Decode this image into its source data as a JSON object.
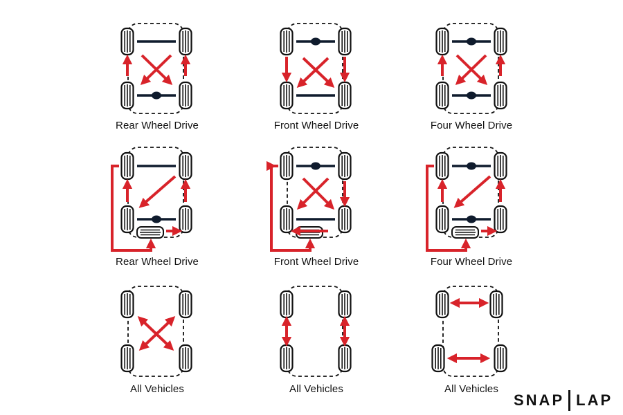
{
  "diagrams": [
    {
      "label": "Rear Wheel Drive"
    },
    {
      "label": "Front Wheel Drive"
    },
    {
      "label": "Four Wheel Drive"
    },
    {
      "label": "Rear Wheel Drive"
    },
    {
      "label": "Front Wheel Drive"
    },
    {
      "label": "Four Wheel Drive"
    },
    {
      "label": "All Vehicles"
    },
    {
      "label": "All Vehicles"
    },
    {
      "label": "All Vehicles"
    }
  ],
  "brand": {
    "left": "SNAP",
    "right": "LAP"
  },
  "colors": {
    "arrow": "#d8232a",
    "ink": "#111111",
    "axle": "#0f1b2d"
  }
}
